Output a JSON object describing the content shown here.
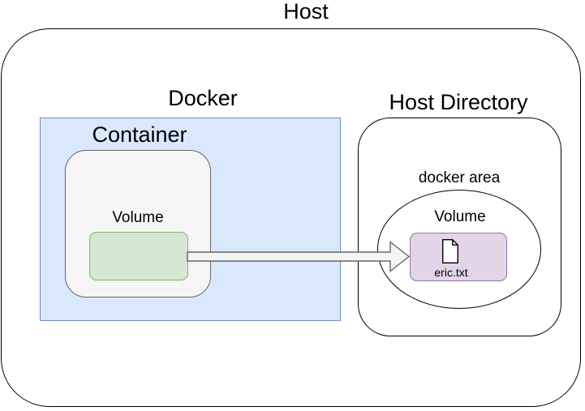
{
  "labels": {
    "host": "Host",
    "docker": "Docker",
    "host_directory": "Host Directory",
    "container": "Container",
    "container_volume": "Volume",
    "docker_area": "docker area",
    "host_volume": "Volume",
    "file_name": "eric.txt"
  },
  "colors": {
    "outline_stroke": "#000000",
    "docker_fill": "#dae8fc",
    "docker_stroke": "#6c8ebf",
    "volume_box_fill": "#f5f5f5",
    "volume_box_stroke": "#666666",
    "container_volume_fill": "#d5e8d4",
    "container_volume_stroke": "#82b366",
    "host_volume_fill": "#e1d5e7",
    "host_volume_stroke": "#9673a6",
    "arrow_fill": "#f5f5f5",
    "arrow_stroke": "#666666"
  }
}
